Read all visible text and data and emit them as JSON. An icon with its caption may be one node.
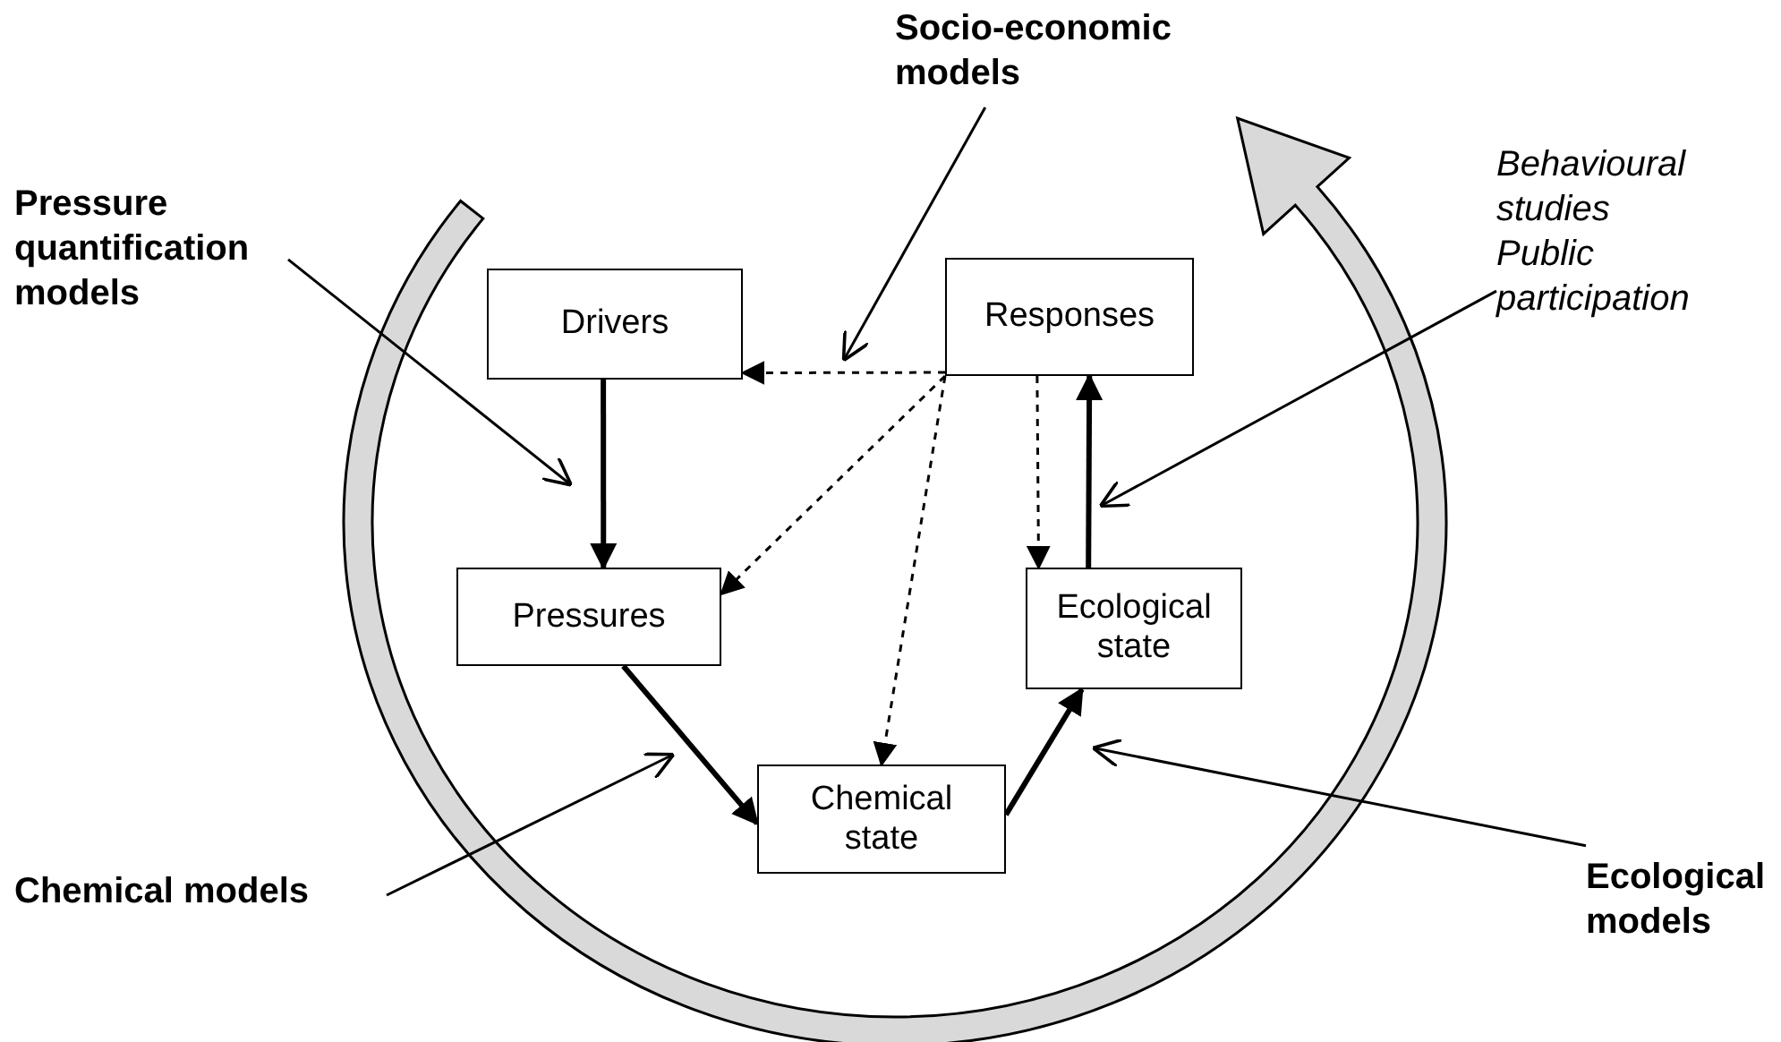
{
  "diagram": {
    "nodes": [
      {
        "text": [
          "Drivers"
        ]
      },
      {
        "text": [
          "Responses"
        ]
      },
      {
        "text": [
          "Pressures"
        ]
      },
      {
        "text": [
          "Ecological state"
        ]
      },
      {
        "text": [
          "Chemical state"
        ]
      },
      {
        "text": [
          "Socio-economic models"
        ]
      },
      {
        "text": [
          "Pressure quantification models"
        ]
      },
      {
        "text": [
          "Behavioural studies",
          "Public participation"
        ]
      },
      {
        "text": [
          "Chemical models"
        ]
      },
      {
        "text": [
          "Ecological models"
        ]
      }
    ],
    "edges": [
      {
        "from": 0,
        "to": 2,
        "arrow": "to",
        "style": "thick"
      },
      {
        "from": 2,
        "to": 4,
        "arrow": "to",
        "style": "thick"
      },
      {
        "from": 4,
        "to": 3,
        "arrow": "to",
        "style": "thick"
      },
      {
        "from": 3,
        "to": 1,
        "arrow": "to",
        "style": "thick"
      },
      {
        "from": 1,
        "to": 3,
        "arrow": "to",
        "style": "dashed"
      },
      {
        "from": 1,
        "to": 0,
        "arrow": "to",
        "style": "dashed"
      },
      {
        "from": 1,
        "to": 2,
        "arrow": "to",
        "style": "dashed"
      },
      {
        "from": 1,
        "to": 4,
        "arrow": "to",
        "style": "dashed"
      },
      {
        "from": 5,
        "to": null,
        "arrow": "to"
      },
      {
        "from": 6,
        "to": null,
        "arrow": "to"
      },
      {
        "from": 7,
        "to": null,
        "arrow": "to"
      },
      {
        "from": 8,
        "to": null,
        "arrow": "to"
      },
      {
        "from": 9,
        "to": null,
        "arrow": "to"
      }
    ]
  }
}
